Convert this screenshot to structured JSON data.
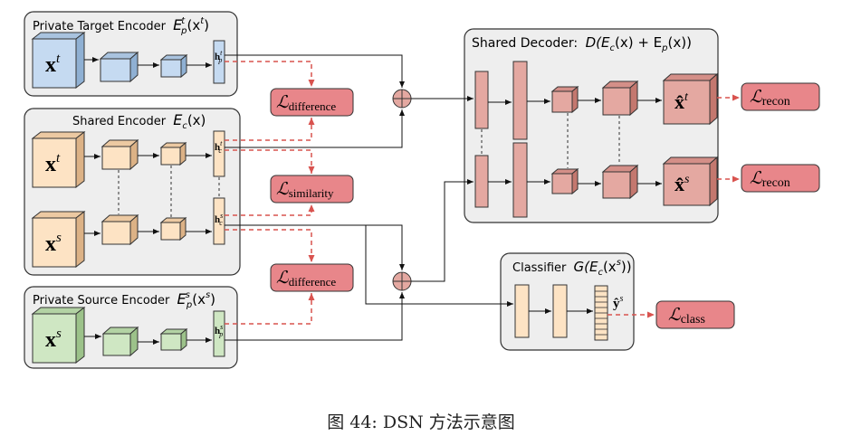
{
  "encoders": {
    "private_target": {
      "title": "Private Target Encoder",
      "math": "E",
      "sub": "p",
      "sup": "t",
      "arg": "(x",
      "arg_sup": "t",
      "arg_end": ")"
    },
    "shared": {
      "title": "Shared Encoder",
      "math": "E",
      "sub": "c",
      "arg": "(x)"
    },
    "private_source": {
      "title": "Private Source Encoder",
      "math": "E",
      "sub": "p",
      "sup": "s",
      "arg": "(x",
      "arg_sup": "s",
      "arg_end": ")"
    }
  },
  "decoder": {
    "title": "Shared Decoder:",
    "formula": "D(E",
    "sub1": "c",
    "mid": "(x) + E",
    "sub2": "p",
    "end": "(x))"
  },
  "classifier": {
    "title": "Classifier",
    "formula": "G(E",
    "sub": "c",
    "mid": "(x",
    "sup": "s",
    "end": "))"
  },
  "inputs": {
    "xt": {
      "base": "x",
      "sup": "t"
    },
    "xs": {
      "base": "x",
      "sup": "s"
    }
  },
  "codes": {
    "hpt": {
      "base": "h",
      "sub": "p",
      "sup": "t"
    },
    "hct": {
      "base": "h",
      "sub": "c",
      "sup": "t"
    },
    "hcs": {
      "base": "h",
      "sub": "c",
      "sup": "s"
    },
    "hps": {
      "base": "h",
      "sub": "p",
      "sup": "s"
    }
  },
  "outputs": {
    "xt_hat": {
      "base": "x̂",
      "sup": "t"
    },
    "xs_hat": {
      "base": "x̂",
      "sup": "s"
    },
    "ys_hat": {
      "base": "ŷ",
      "sup": "s"
    }
  },
  "losses": {
    "difference_top": {
      "sym": "ℒ",
      "sub": "difference"
    },
    "similarity": {
      "sym": "ℒ",
      "sub": "similarity"
    },
    "difference_bottom": {
      "sym": "ℒ",
      "sub": "difference"
    },
    "recon_top": {
      "sym": "ℒ",
      "sub": "recon"
    },
    "recon_bottom": {
      "sym": "ℒ",
      "sub": "recon"
    },
    "class": {
      "sym": "ℒ",
      "sub": "class"
    }
  },
  "caption": "图 44: DSN 方法示意图",
  "colors": {
    "target": "#c5daf1",
    "shared": "#fde3c4",
    "source": "#cfe7c3",
    "decoder": "#e4a8a1",
    "loss": "#e8868a",
    "panel": "#eeeeee",
    "dashed": "#d9534f"
  }
}
